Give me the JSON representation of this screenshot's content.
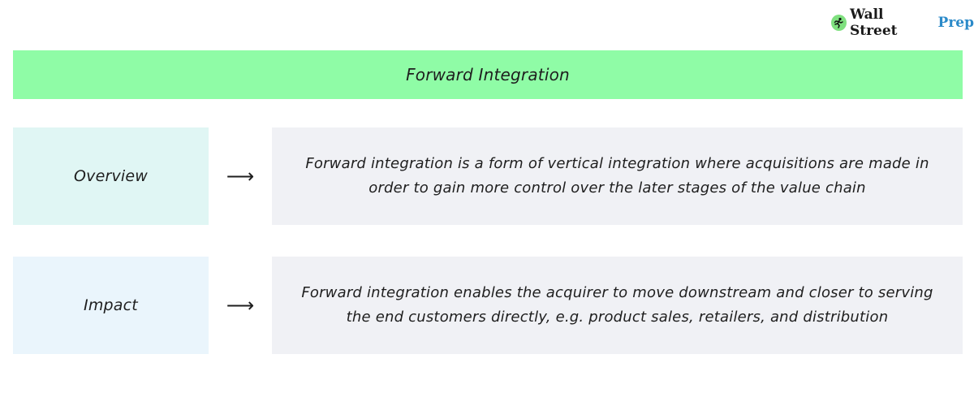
{
  "brand": {
    "name_part1": "Wall Street",
    "name_part2": "Prep",
    "icon": "runner-icon",
    "colors": {
      "dark": "#1a1a1a",
      "accent": "#2b8ac9",
      "icon_bg": "#7fe07f"
    }
  },
  "title": "Forward Integration",
  "colors": {
    "title_bg": "#8ffca6",
    "overview_bg": "#e0f6f4",
    "impact_bg": "#eaf5fc",
    "description_bg": "#f0f1f5"
  },
  "rows": [
    {
      "label": "Overview",
      "arrow": "⟶",
      "lines": [
        "Forward integration is a form of vertical integration where acquisitions are made in",
        "order to gain more control over the later stages of the value chain"
      ]
    },
    {
      "label": "Impact",
      "arrow": "⟶",
      "lines": [
        "Forward integration enables the acquirer to move downstream and closer to serving",
        "the end customers directly, e.g. product sales, retailers, and distribution"
      ]
    }
  ]
}
